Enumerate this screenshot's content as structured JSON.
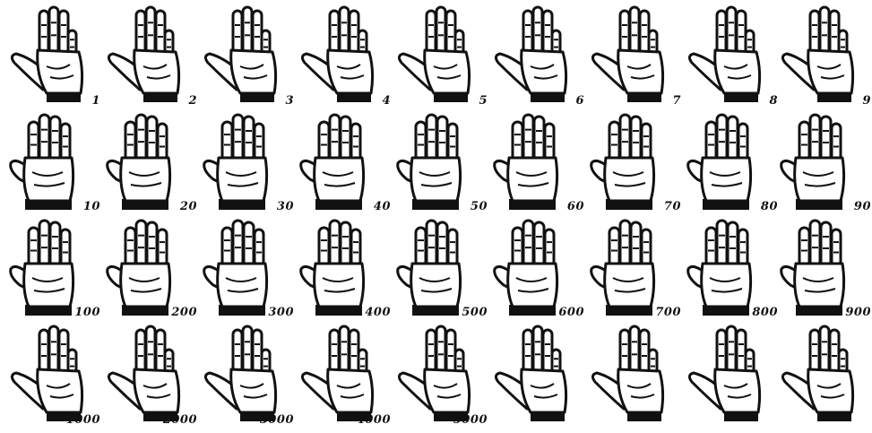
{
  "ink_color": "#111111",
  "background": "#ffffff",
  "rows": [
    {
      "gestures": [
        {
          "label": "1",
          "pose": "A"
        },
        {
          "label": "2",
          "pose": "A"
        },
        {
          "label": "3",
          "pose": "A"
        },
        {
          "label": "4",
          "pose": "A"
        },
        {
          "label": "5",
          "pose": "A"
        },
        {
          "label": "6",
          "pose": "A"
        },
        {
          "label": "7",
          "pose": "A"
        },
        {
          "label": "8",
          "pose": "A"
        },
        {
          "label": "9",
          "pose": "A"
        }
      ]
    },
    {
      "gestures": [
        {
          "label": "10",
          "pose": "B"
        },
        {
          "label": "20",
          "pose": "B"
        },
        {
          "label": "30",
          "pose": "B"
        },
        {
          "label": "40",
          "pose": "B"
        },
        {
          "label": "50",
          "pose": "B"
        },
        {
          "label": "60",
          "pose": "B"
        },
        {
          "label": "70",
          "pose": "B"
        },
        {
          "label": "80",
          "pose": "B"
        },
        {
          "label": "90",
          "pose": "B"
        }
      ]
    },
    {
      "gestures": [
        {
          "label": "100",
          "pose": "B"
        },
        {
          "label": "200",
          "pose": "B"
        },
        {
          "label": "300",
          "pose": "B"
        },
        {
          "label": "400",
          "pose": "B"
        },
        {
          "label": "500",
          "pose": "B"
        },
        {
          "label": "600",
          "pose": "B"
        },
        {
          "label": "700",
          "pose": "B"
        },
        {
          "label": "800",
          "pose": "B"
        },
        {
          "label": "900",
          "pose": "B"
        }
      ]
    },
    {
      "gestures": [
        {
          "label": "1000",
          "pose": "A"
        },
        {
          "label": "2000",
          "pose": "A"
        },
        {
          "label": "3000",
          "pose": "A"
        },
        {
          "label": "4000",
          "pose": "A"
        },
        {
          "label": "5000",
          "pose": "A"
        },
        {
          "label": "",
          "pose": "A"
        },
        {
          "label": "",
          "pose": "A"
        },
        {
          "label": "",
          "pose": "A"
        },
        {
          "label": "",
          "pose": "A"
        }
      ]
    }
  ]
}
